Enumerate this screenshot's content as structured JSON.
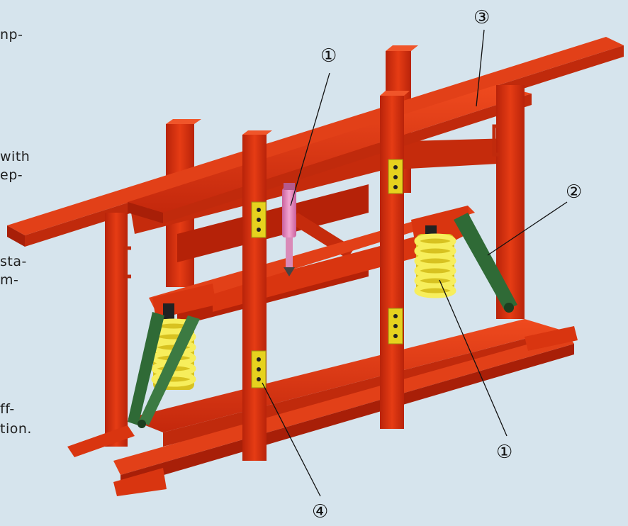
{
  "text_fragments": [
    "np-",
    "with",
    "ep-",
    "sta-",
    "m-",
    "ff-",
    "tion."
  ],
  "callouts": [
    "①",
    "①",
    "②",
    "③",
    "④"
  ],
  "colors": {
    "background": "#d6e4ed",
    "frame_red": "#d9300f",
    "frame_dark": "#a81f08",
    "spring_yellow": "#f2e43a",
    "strut_green": "#2f6a36",
    "damper_pink": "#e78ac0",
    "plate_yellow": "#e6d21e"
  }
}
